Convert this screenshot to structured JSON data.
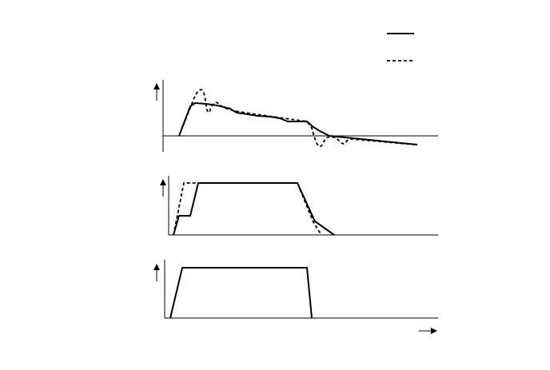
{
  "figure": {
    "legend": {
      "entries": [
        {
          "style": "solid",
          "label": ""
        },
        {
          "style": "dashed",
          "label": ""
        }
      ],
      "placement": "top-right"
    },
    "panels": [
      {
        "id": "top",
        "traces": [
          "solid",
          "dashed"
        ],
        "shape": "fast rise, overshoot/ringing on dashed, slow decay, zero crossing, linear tail"
      },
      {
        "id": "middle",
        "traces": [
          "solid",
          "dashed"
        ],
        "shape": "two-step rise vs single rise, plateau, ramp down"
      },
      {
        "id": "bottom",
        "traces": [
          "solid"
        ],
        "shape": "trapezoid pulse"
      }
    ],
    "x_axis_arrow": "right",
    "y_axis_arrows": "up"
  }
}
